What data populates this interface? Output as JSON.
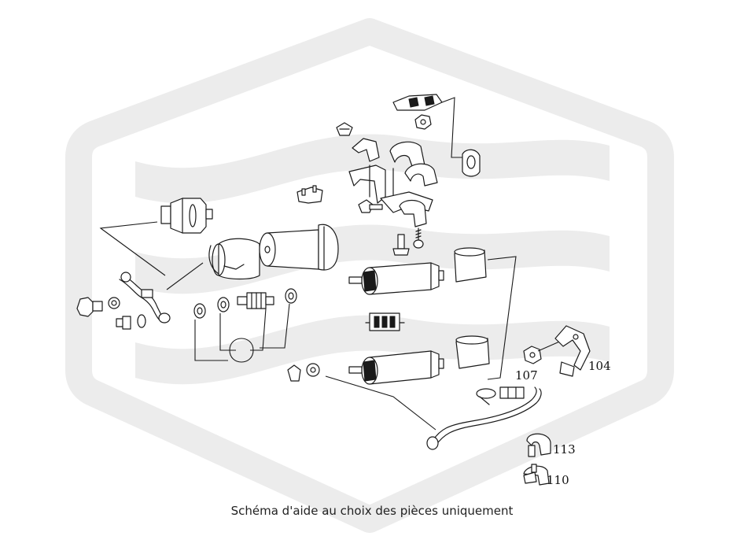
{
  "caption": "Schéma d'aide au choix des pièces uniquement",
  "watermark": {
    "color": "#ececec"
  },
  "labels": [
    {
      "id": "104",
      "text": "104"
    },
    {
      "id": "107",
      "text": "107"
    },
    {
      "id": "113",
      "text": "113"
    },
    {
      "id": "110",
      "text": "110"
    }
  ]
}
